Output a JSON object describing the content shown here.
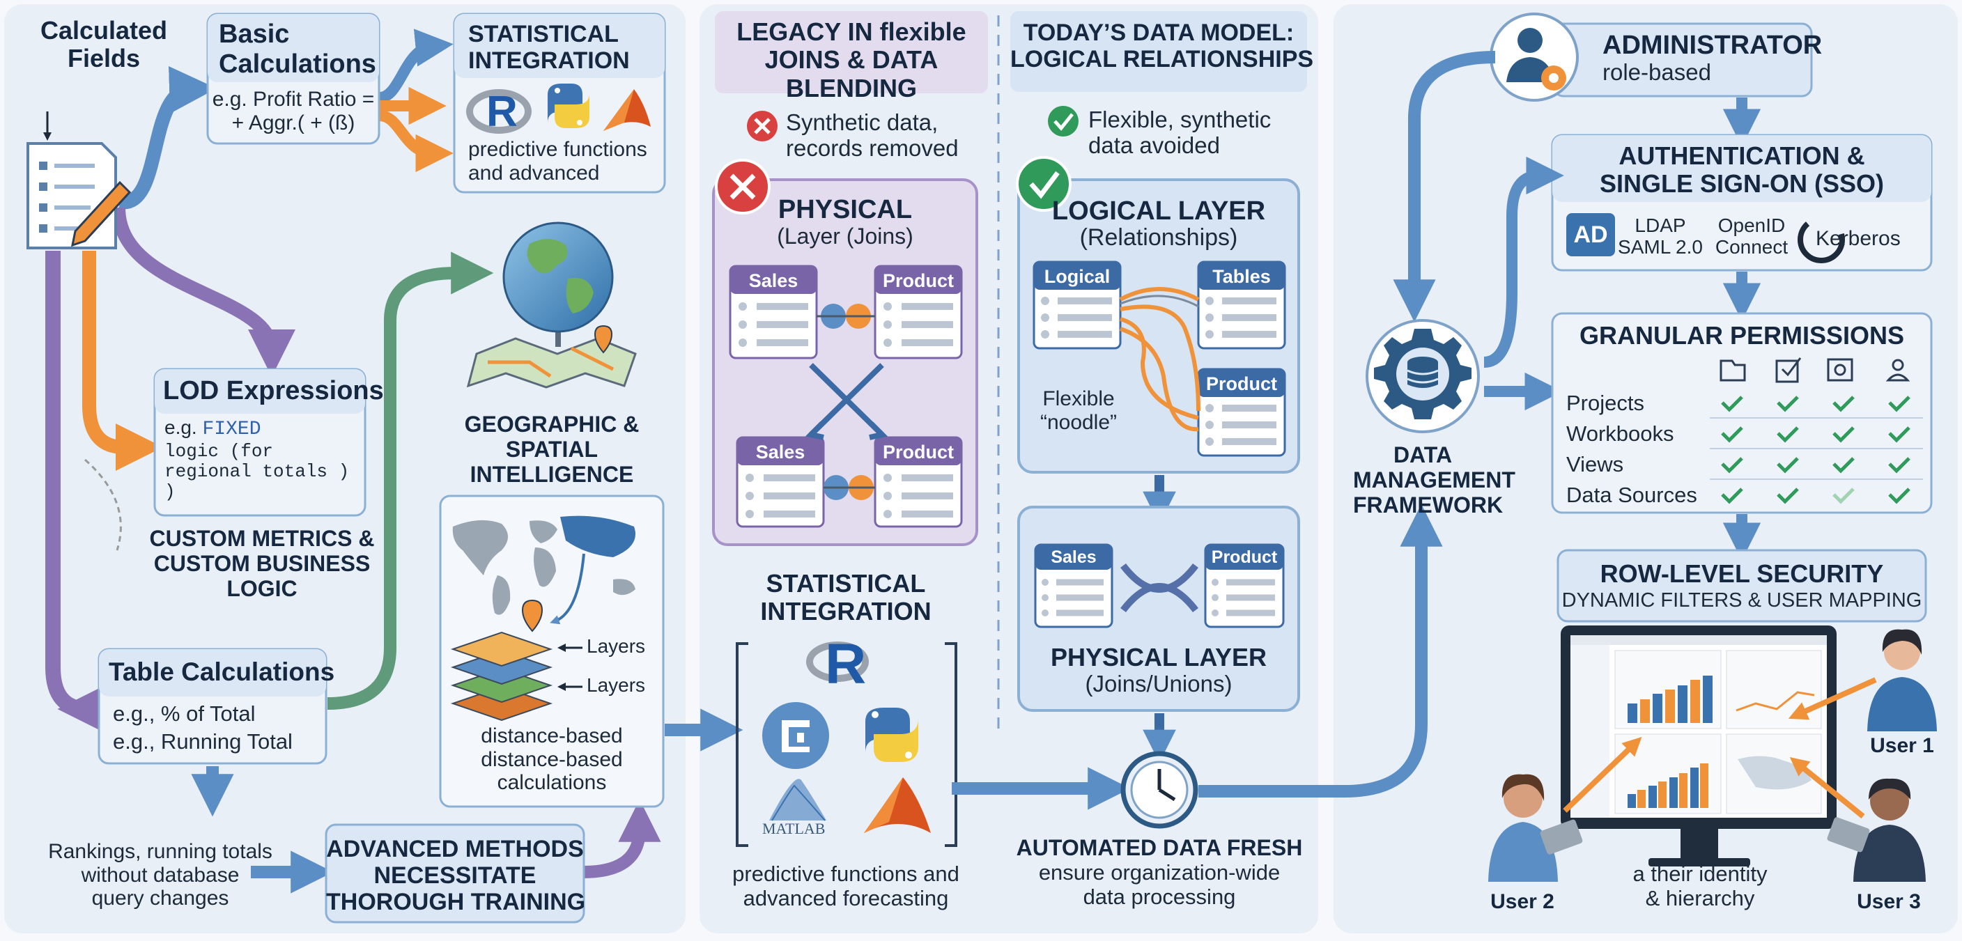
{
  "calc_fields": {
    "title": "Calculated\nFields",
    "basic": {
      "title": "Basic\nCalculations",
      "example": "e.g. Profit Ratio =\n+ Aggr.( + (ß)"
    },
    "stat_top": {
      "title": "STATISTICAL\nINTEGRATION",
      "r_letter": "R",
      "caption": "predictive functions\nand advanced"
    },
    "lod": {
      "title": "LOD Expressions",
      "prefix": "e.g. ",
      "keyword": "FIXED",
      "code": "logic (for\nregional totals )\n)"
    },
    "custom": "CUSTOM METRICS &\nCUSTOM BUSINESS\nLOGIC",
    "geo": {
      "title": "GEOGRAPHIC &\nSPATIAL\nINTELLIGENCE",
      "layer1": "Layers",
      "layer2": "Layers",
      "caption": "distance-based\ndistance-based\ncalculations"
    },
    "table_calc": {
      "title": "Table Calculations",
      "ex1": "e.g., % of Total",
      "ex2": "e.g., Running Total"
    },
    "rankings": "Rankings, running totals\nwithout database\nquery changes",
    "advanced": "ADVANCED METHODS\nNECESSITATE\nTHOROUGH TRAINING"
  },
  "data_model": {
    "legacy": {
      "header": "LEGACY IN flexible\nJOINS & DATA\nBLENDING",
      "note": "Synthetic data,\nrecords removed",
      "title": "PHYSICAL",
      "subtitle": "(Layer (Joins)",
      "t1": "Sales",
      "t2": "Product",
      "t3": "Sales",
      "t4": "Product"
    },
    "today": {
      "header": "TODAY’S DATA MODEL:\nLOGICAL RELATIONSHIPS",
      "note": "Flexible, synthetic\ndata avoided",
      "title": "LOGICAL LAYER",
      "subtitle": "(Relationships)",
      "t1": "Logical",
      "t2": "Tables",
      "t3": "Product",
      "noodle": "Flexible\n“noodle”"
    },
    "physical": {
      "title": "PHYSICAL LAYER",
      "subtitle": "(Joins/Unions)",
      "t1": "Sales",
      "t2": "Product"
    },
    "stat_bottom": {
      "title": "STATISTICAL\nINTEGRATION",
      "r_letter": "R",
      "matlab": "MATLAB",
      "caption": "predictive functions and\nadvanced forecasting"
    },
    "refresh": {
      "title": "AUTOMATED DATA FRESH",
      "caption": "ensure organization-wide\ndata processing"
    }
  },
  "governance": {
    "admin": {
      "title": "ADMINISTRATOR",
      "subtitle": "role-based"
    },
    "sso": {
      "title": "AUTHENTICATION &\nSINGLE SIGN-ON (SSO)",
      "ad": "AD",
      "ldap": "LDAP\nSAML 2.0",
      "openid": "OpenID\nConnect",
      "kerberos": "Kerberos"
    },
    "framework": "DATA\nMANAGEMENT\nFRAMEWORK",
    "permissions": {
      "title": "GRANULAR PERMISSIONS",
      "rows": [
        "Projects",
        "Workbooks",
        "Views",
        "Data Sources"
      ]
    },
    "rls": {
      "title": "ROW-LEVEL SECURITY",
      "subtitle": "DYNAMIC FILTERS & USER MAPPING"
    },
    "users": {
      "u1": "User 1",
      "u2": "User 2",
      "u3": "User 3"
    },
    "identity": "a their identity\n& hierarchy"
  },
  "colors": {
    "blue_arrow": "#5b8ec4",
    "orange_arrow": "#f0923a",
    "purple_arrow": "#8a73b4",
    "green_arrow": "#5f9a7a",
    "check_green": "#2f9a5a",
    "error_red": "#d94040",
    "legacy_purple": "#e3dcef",
    "panel_blue": "#dde8f4"
  }
}
